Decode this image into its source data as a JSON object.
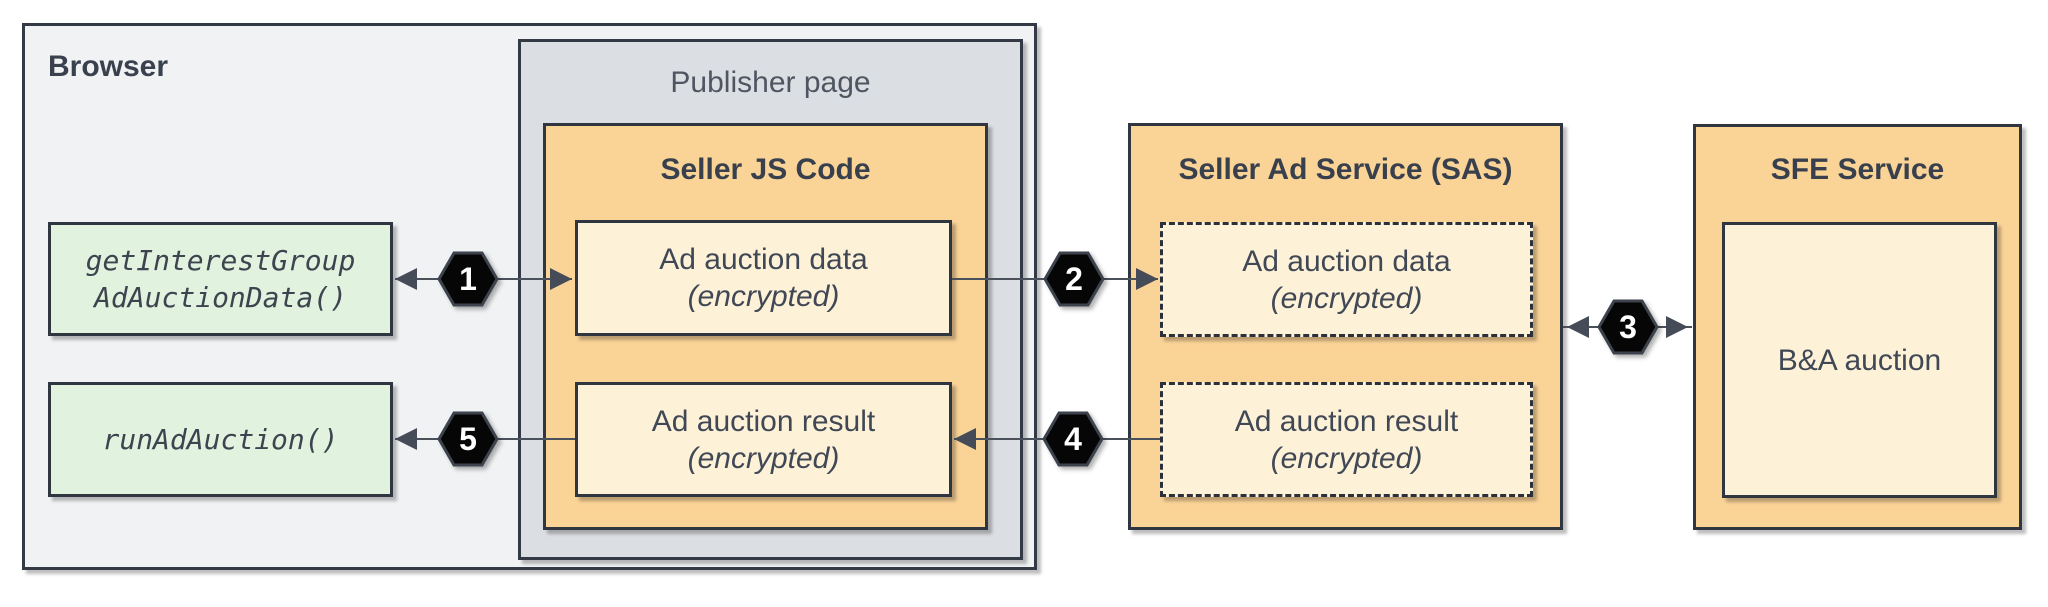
{
  "diagram": {
    "browser": {
      "label": "Browser",
      "calls": [
        {
          "line1": "getInterestGroup",
          "line2": "AdAuctionData()"
        },
        {
          "line1": "runAdAuction()"
        }
      ]
    },
    "publisher": {
      "label": "Publisher page"
    },
    "seller_js": {
      "title": "Seller JS Code",
      "items": [
        {
          "line1": "Ad auction data",
          "line2": "(encrypted)"
        },
        {
          "line1": "Ad auction result",
          "line2": "(encrypted)"
        }
      ]
    },
    "sas": {
      "title": "Seller Ad Service (SAS)",
      "items": [
        {
          "line1": "Ad auction data",
          "line2": "(encrypted)"
        },
        {
          "line1": "Ad auction result",
          "line2": "(encrypted)"
        }
      ]
    },
    "sfe": {
      "title": "SFE Service",
      "auction_label": "B&A auction"
    },
    "steps": {
      "s1": "1",
      "s2": "2",
      "s3": "3",
      "s4": "4",
      "s5": "5"
    },
    "colors": {
      "browser_fill": "#f1f2f4",
      "publisher_fill": "#dbdee3",
      "service_fill": "#fad397",
      "data_fill": "#fdf2d8",
      "api_fill": "#e1f3de",
      "border": "#343a45",
      "connector": "#4b515b",
      "hexagon_fill": "#060607",
      "text": "#3b424f"
    }
  }
}
